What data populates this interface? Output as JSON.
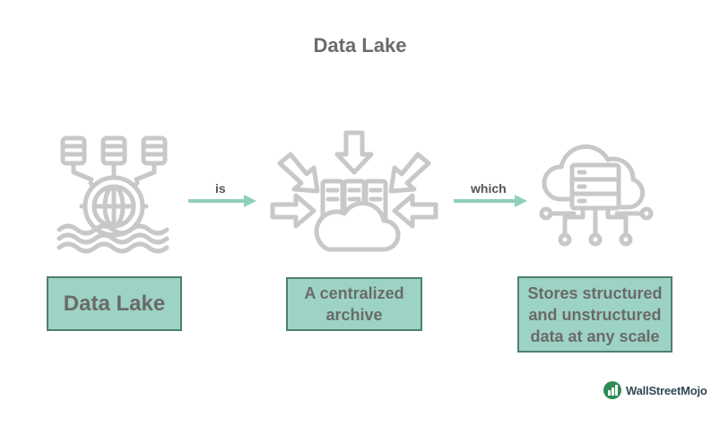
{
  "title": "Data Lake",
  "nodes": [
    {
      "label": "Data Lake"
    },
    {
      "label": "A centralized archive"
    },
    {
      "label": "Stores structured and unstructured data at any scale"
    }
  ],
  "connectors": [
    {
      "label": "is"
    },
    {
      "label": "which"
    }
  ],
  "icons": {
    "lake": "data-lake-icon",
    "archive": "cloud-archive-icon",
    "storage": "cloud-server-icon"
  },
  "colors": {
    "box_fill": "#9dd3c4",
    "box_border": "#4f7f73",
    "arrow": "#8fcfbd",
    "icon": "#c8c8c8",
    "brand": "#2f4a55"
  },
  "brand": {
    "name": "WallStreetMojo"
  }
}
